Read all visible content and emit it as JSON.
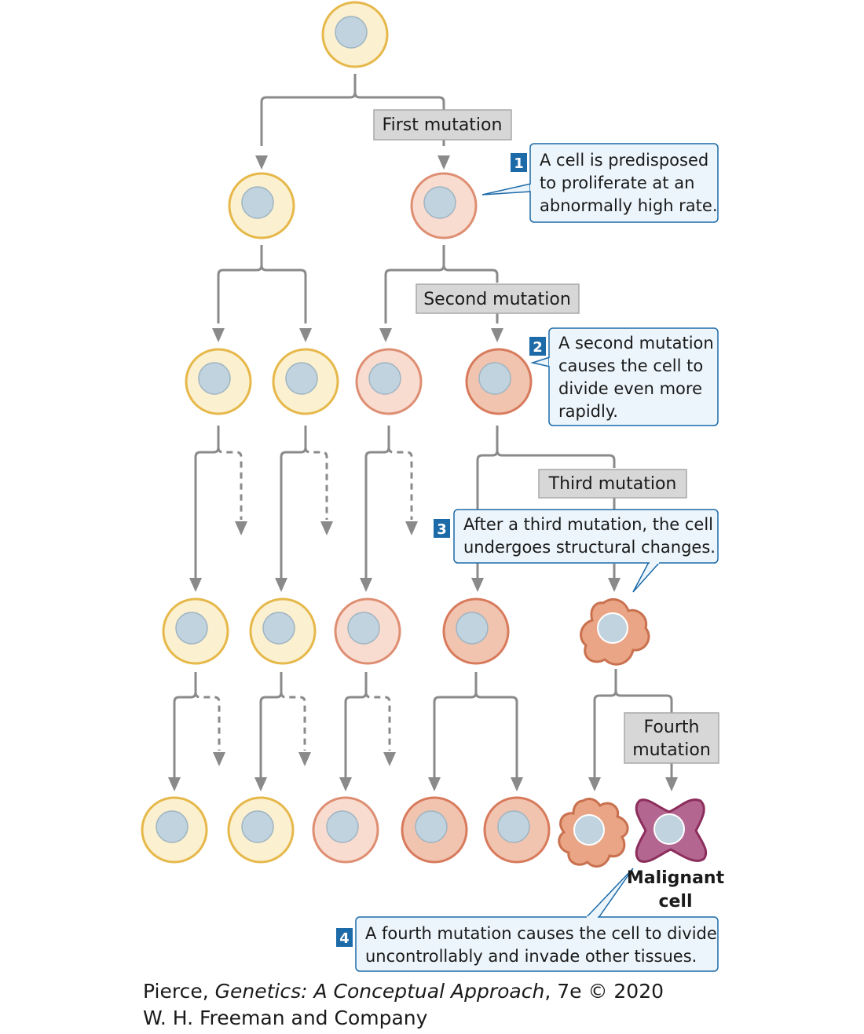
{
  "mutations": {
    "first": "First mutation",
    "second": "Second mutation",
    "third": "Third mutation",
    "fourth_line1": "Fourth",
    "fourth_line2": "mutation"
  },
  "callouts": [
    {
      "number": "1",
      "lines": [
        "A cell is predisposed",
        "to proliferate at an",
        "abnormally high rate."
      ]
    },
    {
      "number": "2",
      "lines": [
        "A second mutation",
        "causes the cell to",
        "divide even more",
        "rapidly."
      ]
    },
    {
      "number": "3",
      "lines": [
        "After a third mutation, the cell",
        "undergoes structural changes."
      ]
    },
    {
      "number": "4",
      "lines": [
        "A fourth mutation causes the cell to divide",
        "uncontrollably and invade other tissues."
      ]
    }
  ],
  "malignant_label": {
    "line1": "Malignant",
    "line2": "cell"
  },
  "credit": {
    "author": "Pierce, ",
    "book": "Genetics: A Conceptual Approach",
    "edition": ", 7e © 2020",
    "publisher": "W. H. Freeman and Company"
  },
  "colors": {
    "normal_fill": "#fbf0d0",
    "normal_stroke": "#e6b84a",
    "m1_fill": "#f9dcd0",
    "m1_stroke": "#de8e72",
    "m2_fill": "#f1c4b0",
    "m2_stroke": "#d87a5c",
    "m3_fill": "#e9a585",
    "m3_stroke": "#c9714f",
    "malignant_fill": "#b36690",
    "malignant_stroke": "#8c2e5c",
    "nucleus_fill": "#c1d3de",
    "nucleus_stroke": "#9fb4c2",
    "arrow": "#8a8a8a",
    "mutation_box_fill": "#d7d7d7",
    "mutation_box_stroke": "#a8a8a8",
    "callout_fill": "#ecf5fb",
    "callout_stroke": "#1c6aa8",
    "badge": "#1c6aa8"
  }
}
